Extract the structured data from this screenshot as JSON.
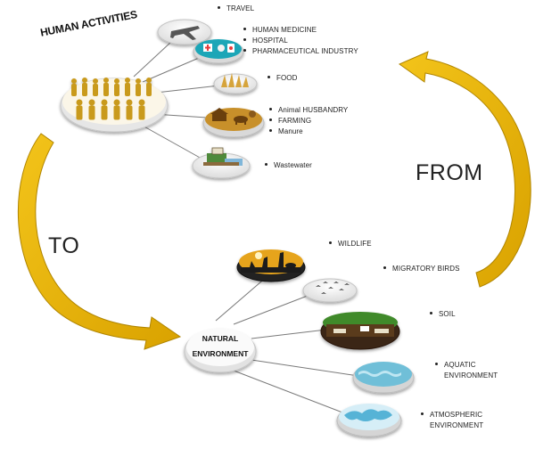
{
  "headings": {
    "human_activities": "HUMAN ACTIVITIES",
    "natural_environment_line1": "NATURAL",
    "natural_environment_line2": "ENVIRONMENT",
    "from": "FROM",
    "to": "TO"
  },
  "human_items": [
    {
      "icon": "airplane-icon",
      "lines": [
        "TRAVEL"
      ]
    },
    {
      "icon": "medicine-icon",
      "lines": [
        "HUMAN MEDICINE",
        "HOSPITAL",
        "PHARMACEUTICAL INDUSTRY"
      ]
    },
    {
      "icon": "food-icon",
      "lines": [
        "FOOD"
      ]
    },
    {
      "icon": "farming-icon",
      "lines": [
        "Animal HUSBANDRY",
        "FARMING",
        "Manure"
      ]
    },
    {
      "icon": "wastewater-icon",
      "lines": [
        "Wastewater"
      ]
    }
  ],
  "environment_items": [
    {
      "icon": "wildlife-icon",
      "lines": [
        "WILDLIFE"
      ]
    },
    {
      "icon": "migratory-birds-icon",
      "lines": [
        "MIGRATORY BIRDS"
      ]
    },
    {
      "icon": "soil-icon",
      "lines": [
        "SOIL"
      ]
    },
    {
      "icon": "aquatic-icon",
      "lines": [
        "AQUATIC",
        "ENVIRONMENT"
      ]
    },
    {
      "icon": "atmospheric-icon",
      "lines": [
        "ATMOSPHERIC",
        "ENVIRONMENT"
      ]
    }
  ],
  "colors": {
    "arrow": "#e8b400",
    "arrow_edge": "#b08500",
    "disc_edge": "#cfcfcf",
    "connector": "#777777"
  }
}
